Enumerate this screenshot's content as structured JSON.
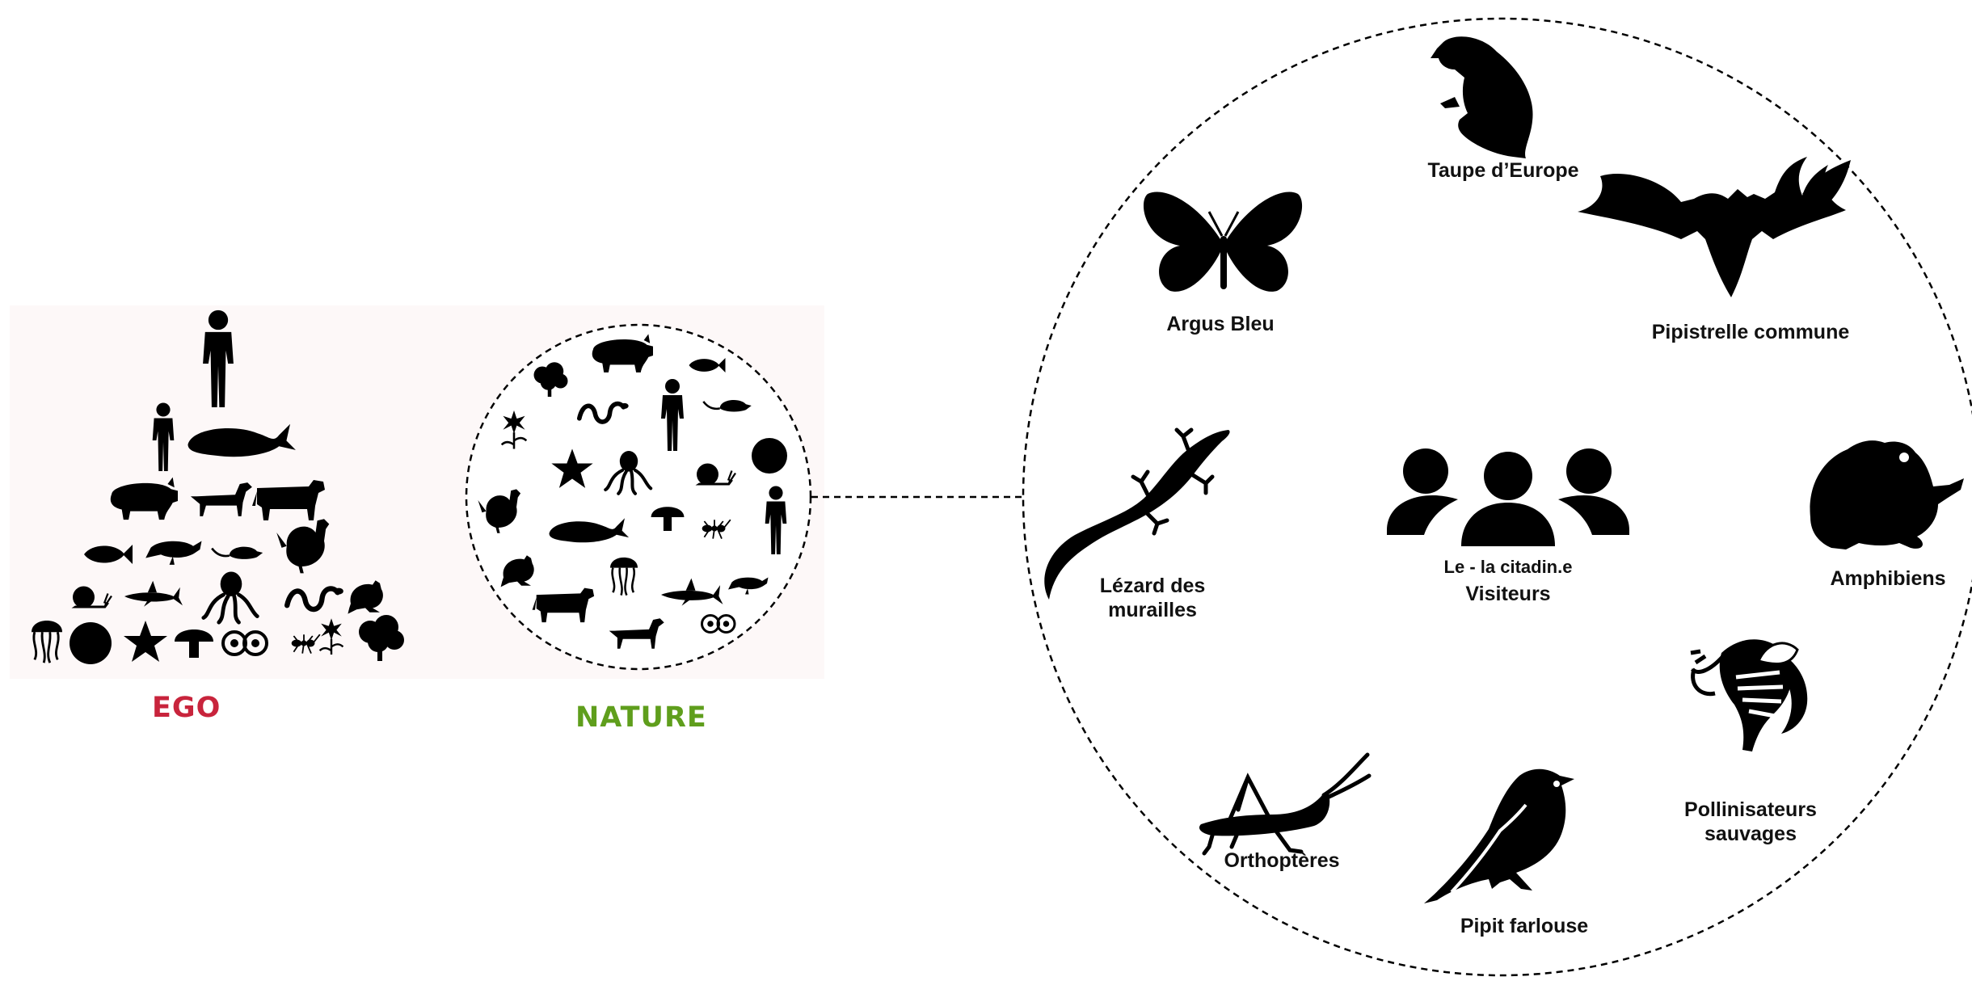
{
  "left_panel": {
    "ego_label": "EGO",
    "nature_label": "NATURE",
    "ego_color": "#c8243c",
    "nature_color": "#5f9e1c"
  },
  "center": {
    "line1": "Le - la citadin.e",
    "line2": "Visiteurs"
  },
  "species": {
    "taupe": "Taupe d’Europe",
    "argus": "Argus Bleu",
    "pipistrelle": "Pipistrelle commune",
    "lezard_1": "Lézard des",
    "lezard_2": "murailles",
    "amphibiens": "Amphibiens",
    "pollinisateurs_1": "Pollinisateurs",
    "pollinisateurs_2": "sauvages",
    "orthopteres": "Orthoptères",
    "pipit": "Pipit farlouse"
  },
  "icons": [
    "person-icon",
    "whale-icon",
    "pig-icon",
    "dog-icon",
    "cow-icon",
    "fish-icon",
    "bird-icon",
    "rat-icon",
    "hen-icon",
    "snail-icon",
    "shark-icon",
    "octopus-icon",
    "snake-icon",
    "frog-icon",
    "jellyfish-icon",
    "starfish-icon",
    "mushroom-icon",
    "cell-icon",
    "flower-icon",
    "tree-icon",
    "mole-icon",
    "butterfly-icon",
    "bat-icon",
    "lizard-icon",
    "people-group-icon",
    "bee-icon",
    "grasshopper-icon",
    "sparrow-icon"
  ]
}
